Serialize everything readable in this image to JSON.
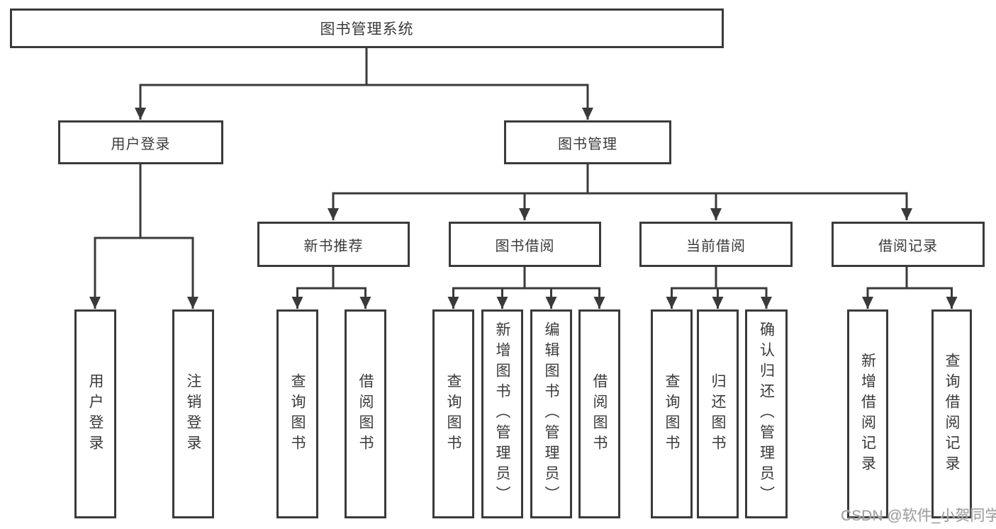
{
  "diagram": {
    "root": {
      "label": "图书管理系统"
    },
    "level2": {
      "user_login": {
        "label": "用户登录"
      },
      "book_mgmt": {
        "label": "图书管理"
      }
    },
    "level3": {
      "new_book_rec": {
        "label": "新书推荐"
      },
      "book_borrow": {
        "label": "图书借阅"
      },
      "current_borrow": {
        "label": "当前借阅"
      },
      "borrow_records": {
        "label": "借阅记录"
      }
    },
    "leaves": {
      "login": {
        "label": "用户登录"
      },
      "logout": {
        "label": "注销登录"
      },
      "newbook_query": {
        "label": "查询图书"
      },
      "newbook_borrow": {
        "label": "借阅图书"
      },
      "borrow_query": {
        "label": "查询图书"
      },
      "borrow_add": {
        "label": "新增图书（管理员）"
      },
      "borrow_edit": {
        "label": "编辑图书（管理员）"
      },
      "borrow_borrow": {
        "label": "借阅图书"
      },
      "current_query": {
        "label": "查询图书"
      },
      "current_return": {
        "label": "归还图书"
      },
      "current_confirm": {
        "label": "确认归还（管理员）"
      },
      "records_add": {
        "label": "新增借阅记录"
      },
      "records_query": {
        "label": "查询借阅记录"
      }
    }
  },
  "watermark": {
    "text": "CSDN @软件_小贺同学"
  },
  "colors": {
    "line": "#3a3a3a",
    "text": "#3a3a3a",
    "background": "#ffffff",
    "watermark": "#9e9e9e"
  }
}
